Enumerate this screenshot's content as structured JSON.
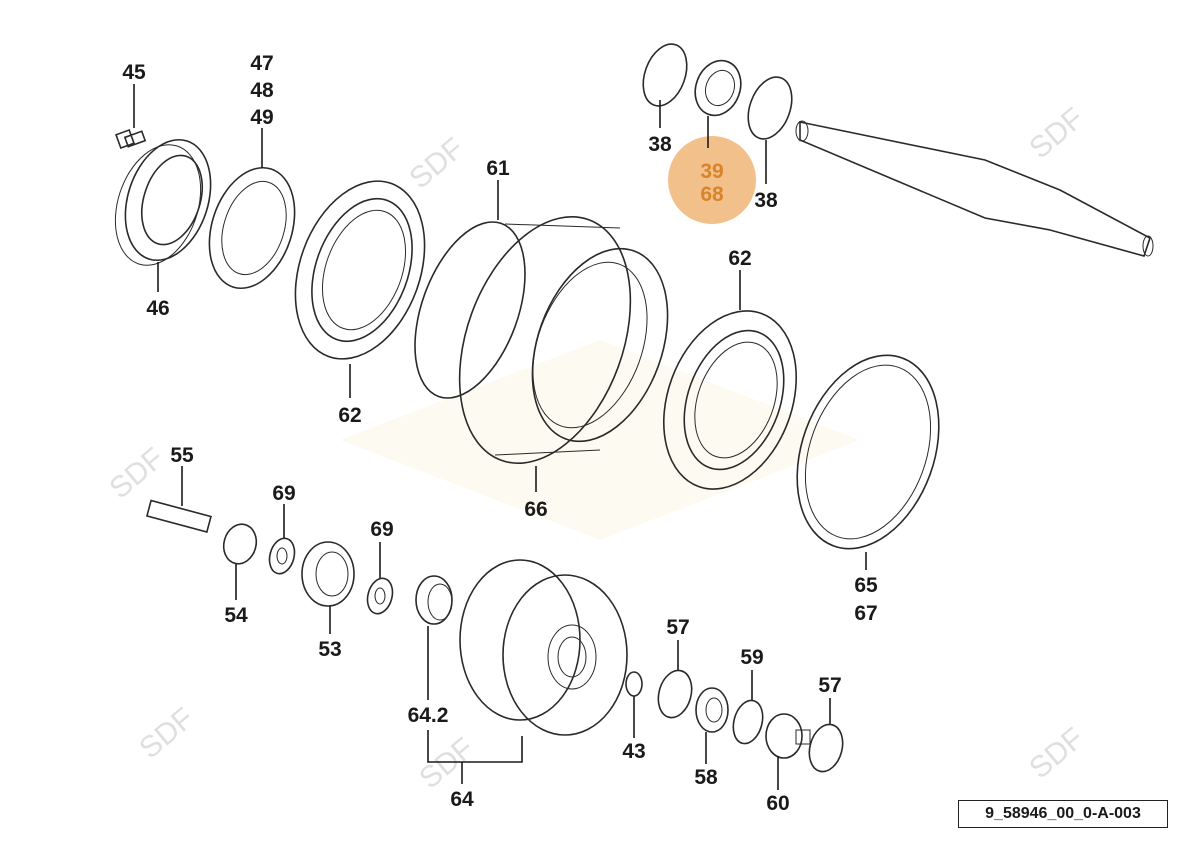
{
  "diagram": {
    "reference_code": "9_58946_00_0-A-003",
    "watermark": "SDF",
    "highlight_color": "#f2c08a",
    "labels": [
      {
        "id": "l45",
        "text": "45"
      },
      {
        "id": "l47",
        "text": "47"
      },
      {
        "id": "l48",
        "text": "48"
      },
      {
        "id": "l49",
        "text": "49"
      },
      {
        "id": "l46",
        "text": "46"
      },
      {
        "id": "l61",
        "text": "61"
      },
      {
        "id": "l62a",
        "text": "62"
      },
      {
        "id": "l62b",
        "text": "62"
      },
      {
        "id": "l38a",
        "text": "38"
      },
      {
        "id": "l38b",
        "text": "38"
      },
      {
        "id": "l39",
        "text": "39"
      },
      {
        "id": "l68",
        "text": "68"
      },
      {
        "id": "l66",
        "text": "66"
      },
      {
        "id": "l65",
        "text": "65"
      },
      {
        "id": "l67",
        "text": "67"
      },
      {
        "id": "l55",
        "text": "55"
      },
      {
        "id": "l69a",
        "text": "69"
      },
      {
        "id": "l69b",
        "text": "69"
      },
      {
        "id": "l54",
        "text": "54"
      },
      {
        "id": "l53",
        "text": "53"
      },
      {
        "id": "l642",
        "text": "64.2"
      },
      {
        "id": "l64",
        "text": "64"
      },
      {
        "id": "l57a",
        "text": "57"
      },
      {
        "id": "l57b",
        "text": "57"
      },
      {
        "id": "l59",
        "text": "59"
      },
      {
        "id": "l43",
        "text": "43"
      },
      {
        "id": "l58",
        "text": "58"
      },
      {
        "id": "l60",
        "text": "60"
      }
    ]
  }
}
